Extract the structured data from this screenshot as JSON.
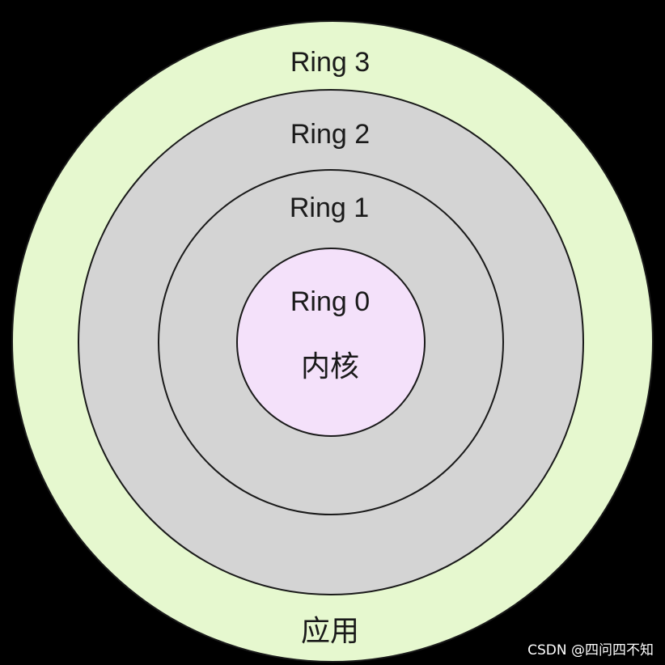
{
  "diagram": {
    "rings": [
      {
        "level": 3,
        "label": "Ring 3",
        "sublabel": "应用",
        "fill": "#e6f8cf"
      },
      {
        "level": 2,
        "label": "Ring 2",
        "fill": "#d4d4d4"
      },
      {
        "level": 1,
        "label": "Ring 1",
        "fill": "#d4d4d4"
      },
      {
        "level": 0,
        "label": "Ring 0",
        "sublabel": "内核",
        "fill": "#f4e1fa"
      }
    ],
    "stroke_color": "#1a1a1a",
    "background_color": "#000000"
  },
  "watermark": "CSDN @四问四不知"
}
